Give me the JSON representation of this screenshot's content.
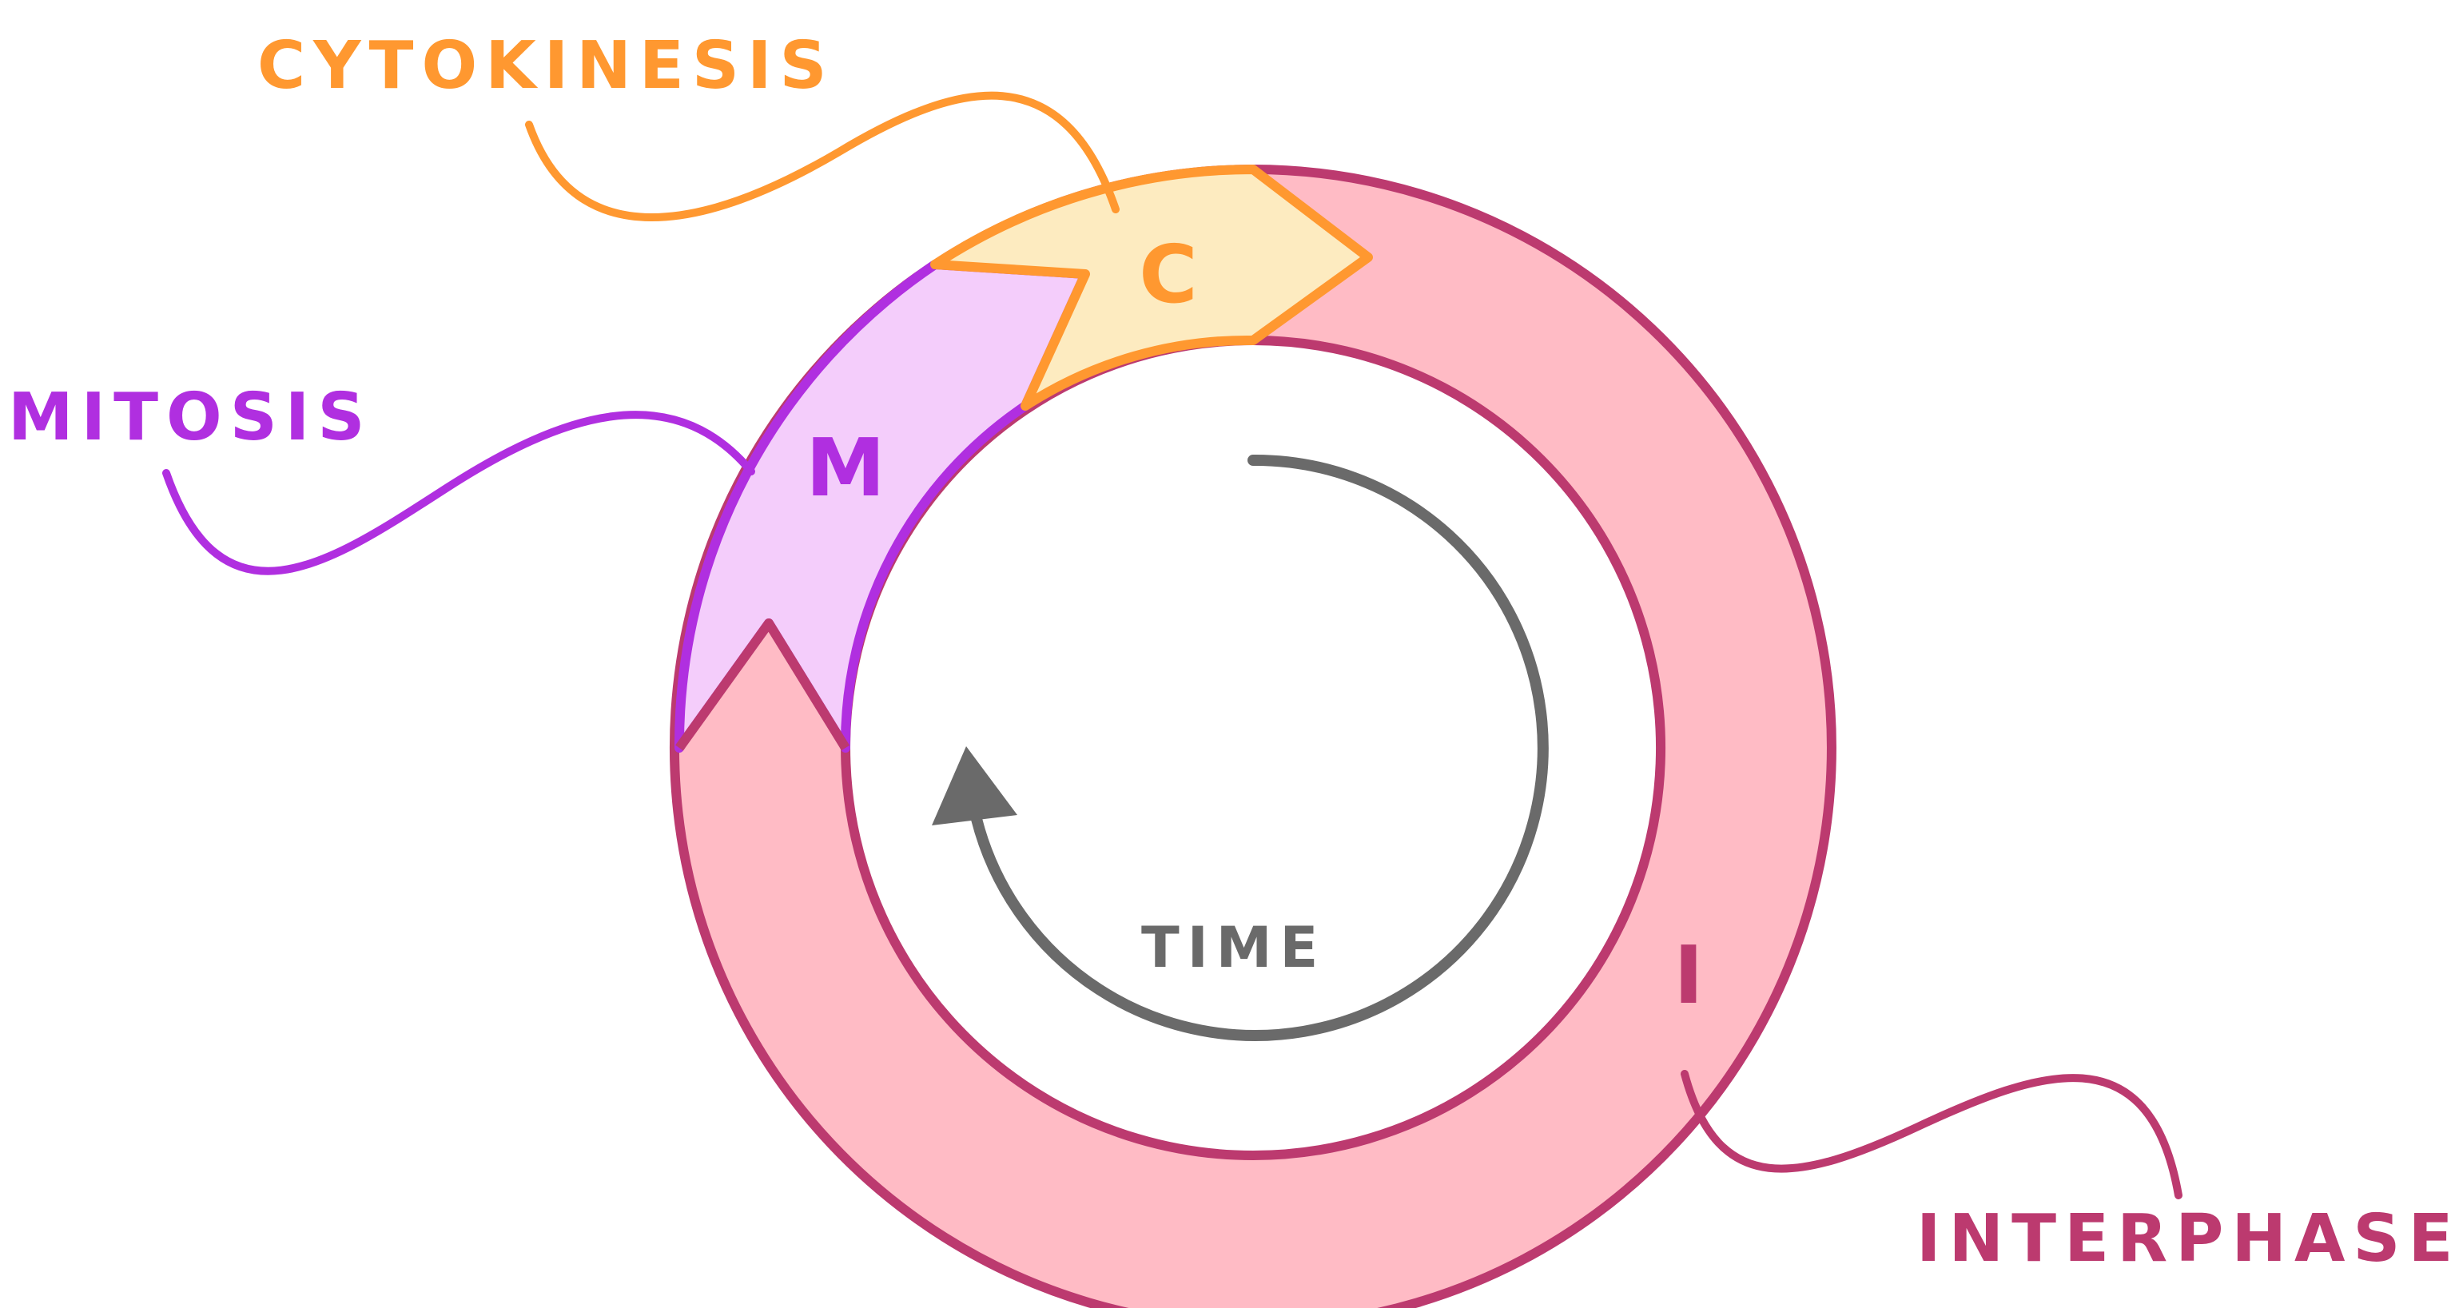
{
  "diagram": {
    "title": "Cell cycle",
    "colors": {
      "interphase_stroke": "#bc3a6f",
      "interphase_fill": "#ffbbc5",
      "mitosis_stroke": "#b02fe0",
      "mitosis_fill": "#f4cdfb",
      "cytokinesis_stroke": "#ff9830",
      "cytokinesis_fill": "#fdebc0",
      "time_arrow": "#6a6a6a"
    },
    "phases": [
      {
        "id": "cytokinesis",
        "label": "CYTOKINESIS",
        "letter": "C"
      },
      {
        "id": "mitosis",
        "label": "MITOSIS",
        "letter": "M"
      },
      {
        "id": "interphase",
        "label": "INTERPHASE",
        "letter": "I"
      }
    ],
    "time_label": "TIME"
  }
}
